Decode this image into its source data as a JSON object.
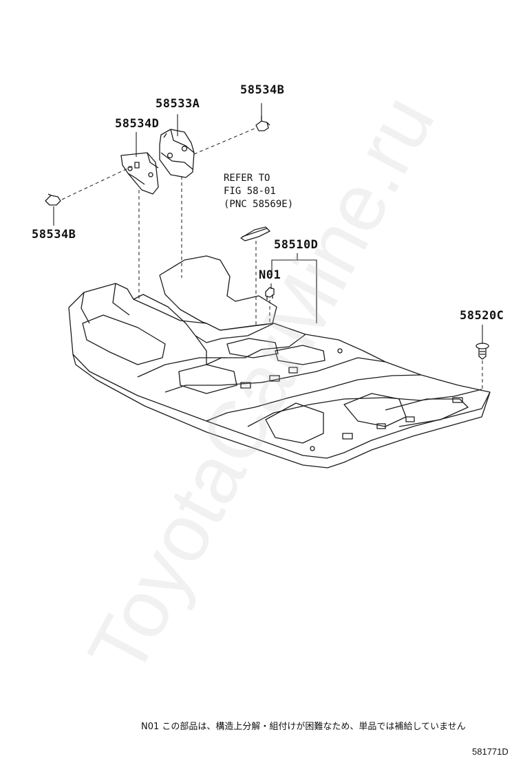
{
  "callouts": {
    "p58534B_top": "58534B",
    "p58533A": "58533A",
    "p58534D": "58534D",
    "p58534B_left": "58534B",
    "p58510D": "58510D",
    "pN01": "N01",
    "p58520C": "58520C"
  },
  "refer": {
    "line1": "REFER TO",
    "line2": "FIG 58-01",
    "line3": "(PNC 58569E)"
  },
  "note": "N01 この部品は、構造上分解・組付けが困難なため、単品では補給していません",
  "figure_number": "581771D",
  "watermark": "ToyotaCarMine.ru"
}
